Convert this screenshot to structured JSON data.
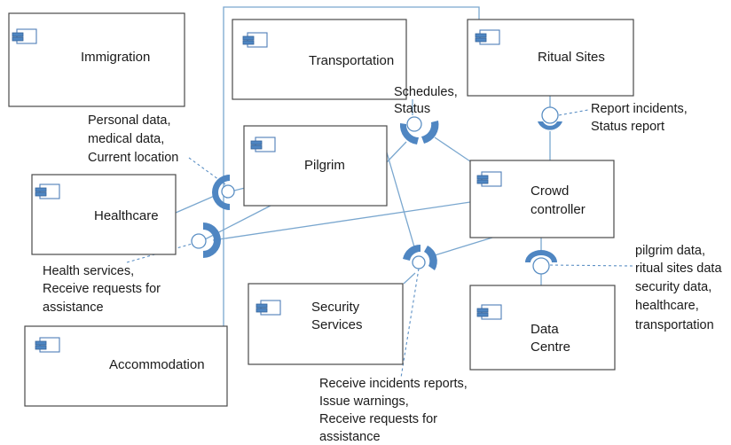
{
  "components": {
    "immigration": "Immigration",
    "transportation": "Transportation",
    "ritual_sites": "Ritual Sites",
    "pilgrim": "Pilgrim",
    "healthcare": "Healthcare",
    "crowd_controller": [
      "Crowd",
      "controller"
    ],
    "security_services": [
      "Security",
      "Services"
    ],
    "data_centre": [
      "Data",
      "Centre"
    ],
    "accommodation": "Accommodation"
  },
  "interfaces": {
    "schedules_status": [
      "Schedules,",
      "Status"
    ],
    "report_incidents": [
      "Report incidents,",
      "Status report"
    ],
    "personal_data": [
      "Personal data,",
      "medical data,",
      "Current location"
    ],
    "health_services": [
      "Health services,",
      "Receive requests for",
      "assistance"
    ],
    "data_centre_data": [
      "pilgrim data,",
      "ritual sites data",
      "security data,",
      "healthcare,",
      "transportation"
    ],
    "security_interface": [
      "Receive incidents reports,",
      "Issue warnings,",
      "Receive requests for",
      "assistance"
    ]
  },
  "colors": {
    "connector": "#7aa7cf",
    "socket": "#4f86c2",
    "box_border": "#4a4a4a"
  },
  "icons": [
    "component-icon"
  ]
}
